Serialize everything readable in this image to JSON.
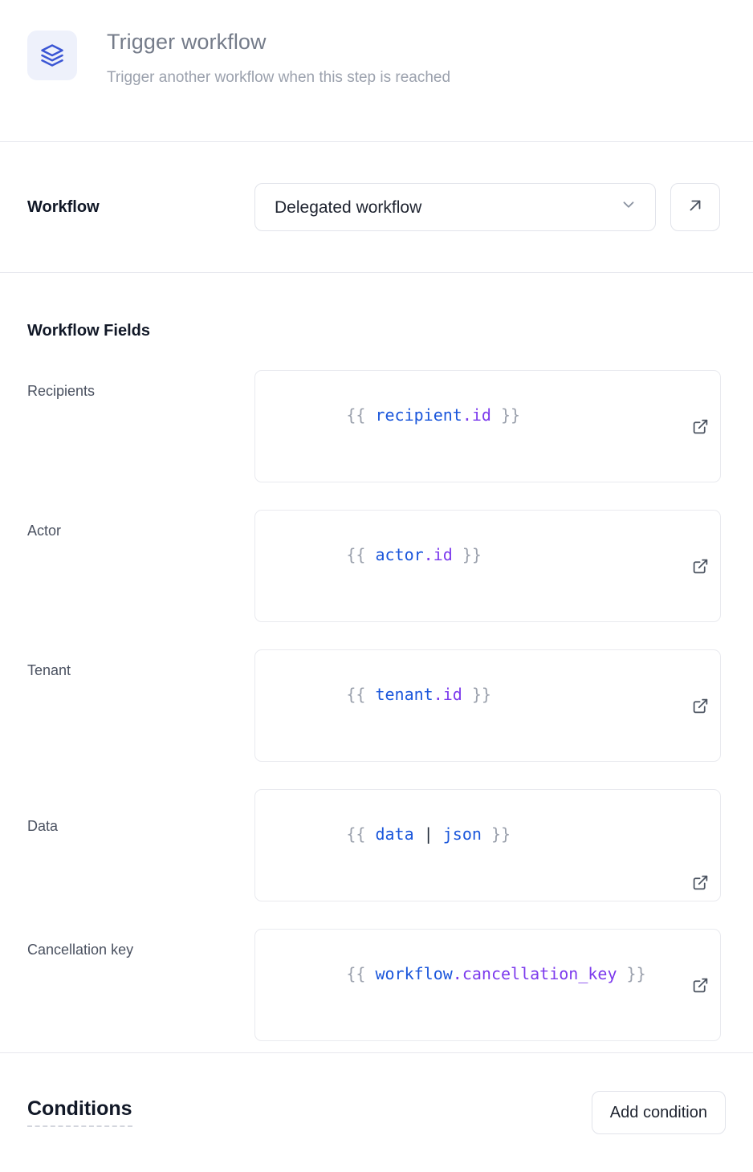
{
  "header": {
    "icon": "layers-icon",
    "title": "Trigger workflow",
    "subtitle": "Trigger another workflow when this step is reached",
    "icon_color": "#3b56d4",
    "icon_bg": "#eef1fb"
  },
  "workflow": {
    "label": "Workflow",
    "selected": "Delegated workflow",
    "chevron_icon": "chevron-down-icon",
    "open_icon": "arrow-up-right-icon"
  },
  "fields": {
    "heading": "Workflow Fields",
    "items": [
      {
        "label": "Recipients",
        "value": "{{ recipient.id }}",
        "tokens": [
          {
            "t": "{{ ",
            "c": "brace"
          },
          {
            "t": "recipient",
            "c": "obj"
          },
          {
            "t": ".id",
            "c": "prop"
          },
          {
            "t": " }}",
            "c": "brace"
          }
        ],
        "multiline": false,
        "expand_icon": "external-link-icon"
      },
      {
        "label": "Actor",
        "value": "{{ actor.id }}",
        "tokens": [
          {
            "t": "{{ ",
            "c": "brace"
          },
          {
            "t": "actor",
            "c": "obj"
          },
          {
            "t": ".id",
            "c": "prop"
          },
          {
            "t": " }}",
            "c": "brace"
          }
        ],
        "multiline": false,
        "expand_icon": "external-link-icon"
      },
      {
        "label": "Tenant",
        "value": "{{ tenant.id }}",
        "tokens": [
          {
            "t": "{{ ",
            "c": "brace"
          },
          {
            "t": "tenant",
            "c": "obj"
          },
          {
            "t": ".id",
            "c": "prop"
          },
          {
            "t": " }}",
            "c": "brace"
          }
        ],
        "multiline": false,
        "expand_icon": "external-link-icon"
      },
      {
        "label": "Data",
        "value": "{{ data | json }}",
        "tokens": [
          {
            "t": "{{ ",
            "c": "brace"
          },
          {
            "t": "data",
            "c": "obj"
          },
          {
            "t": " ",
            "c": "brace"
          },
          {
            "t": "|",
            "c": "pipe"
          },
          {
            "t": " ",
            "c": "brace"
          },
          {
            "t": "json",
            "c": "filter"
          },
          {
            "t": " }}",
            "c": "brace"
          }
        ],
        "multiline": true,
        "expand_icon": "external-link-icon"
      },
      {
        "label": "Cancellation key",
        "value": "{{ workflow.cancellation_key }}",
        "tokens": [
          {
            "t": "{{ ",
            "c": "brace"
          },
          {
            "t": "workflow",
            "c": "obj"
          },
          {
            "t": ".cancellation_key",
            "c": "prop"
          },
          {
            "t": " }}",
            "c": "brace"
          }
        ],
        "multiline": false,
        "expand_icon": "external-link-icon"
      }
    ]
  },
  "conditions": {
    "title": "Conditions",
    "add_label": "Add condition"
  },
  "colors": {
    "accent_blue": "#1a56db",
    "accent_purple": "#7c3aed",
    "border": "#e1e3ea",
    "divider": "#e7e8ee",
    "label_gray": "#4a5160"
  }
}
